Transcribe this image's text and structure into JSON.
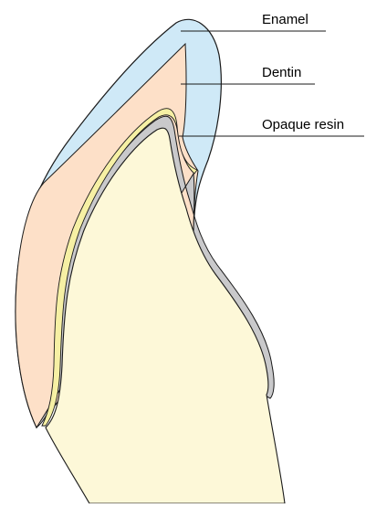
{
  "diagram": {
    "labels": {
      "enamel": "Enamel",
      "dentin": "Dentin",
      "opaque_resin": "Opaque resin"
    },
    "layers": {
      "enamel": {
        "fill": "#cfe9f7"
      },
      "dentin": {
        "fill": "#fde0c8"
      },
      "opaque_resin_thin": {
        "fill": "#f6f0a4"
      },
      "metal_core": {
        "fill": "#c9c9cb"
      },
      "tooth_base": {
        "fill": "#fdf8d8"
      }
    },
    "outline_color": "#1a1a1a"
  }
}
